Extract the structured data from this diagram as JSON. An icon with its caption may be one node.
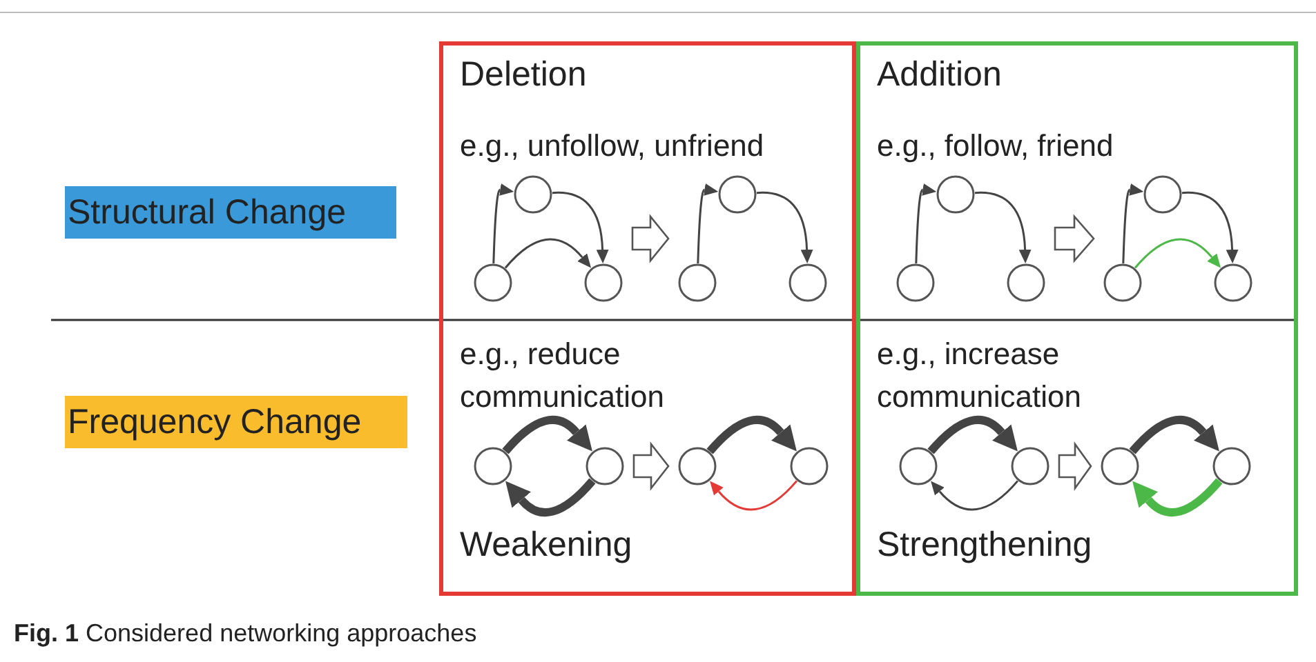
{
  "diagram": {
    "caption": "**Fig. 1** Considered networking approaches",
    "nodes": [
      {
        "text": [
          "Structural Change"
        ]
      },
      {
        "text": [
          "Frequency Change"
        ]
      },
      {
        "text": [
          "Deletion",
          "e.g., unfollow, unfriend",
          "e.g., reduce communication",
          "Weakening"
        ]
      },
      {
        "text": [
          "Addition",
          "e.g., follow, friend",
          "e.g., increase communication",
          "Strengthening"
        ]
      },
      {
        "text": [],
        "shape": "picture",
        "in": 2
      },
      {
        "text": [],
        "shape": "picture",
        "in": 2
      },
      {
        "text": [],
        "shape": "picture",
        "in": 2
      },
      {
        "text": [],
        "shape": "picture",
        "in": 2
      },
      {
        "text": [],
        "shape": "picture",
        "in": 3
      },
      {
        "text": [],
        "shape": "picture",
        "in": 3
      },
      {
        "text": [],
        "shape": "picture",
        "in": 3
      },
      {
        "text": [],
        "shape": "picture",
        "in": 3
      },
      {
        "text": [],
        "shape": "circle",
        "in": 4
      },
      {
        "text": [],
        "shape": "circle",
        "in": 4
      },
      {
        "text": [],
        "shape": "circle",
        "in": 4
      },
      {
        "text": [],
        "shape": "circle",
        "in": 5
      },
      {
        "text": [],
        "shape": "circle",
        "in": 5
      },
      {
        "text": [],
        "shape": "circle",
        "in": 5
      },
      {
        "text": [],
        "shape": "circle",
        "in": 6
      },
      {
        "text": [],
        "shape": "circle",
        "in": 6
      },
      {
        "text": [],
        "shape": "circle",
        "in": 7
      },
      {
        "text": [],
        "shape": "circle",
        "in": 7
      },
      {
        "text": [],
        "shape": "circle",
        "in": 8
      },
      {
        "text": [],
        "shape": "circle",
        "in": 8
      },
      {
        "text": [],
        "shape": "circle",
        "in": 8
      },
      {
        "text": [],
        "shape": "circle",
        "in": 9
      },
      {
        "text": [],
        "shape": "circle",
        "in": 9
      },
      {
        "text": [],
        "shape": "circle",
        "in": 9
      },
      {
        "text": [],
        "shape": "circle",
        "in": 10
      },
      {
        "text": [],
        "shape": "circle",
        "in": 10
      },
      {
        "text": [],
        "shape": "circle",
        "in": 11
      },
      {
        "text": [],
        "shape": "circle",
        "in": 11
      }
    ],
    "edges": [
      {
        "from": 13,
        "to": 12,
        "arrow": "to"
      },
      {
        "from": 12,
        "to": 14,
        "arrow": "to"
      },
      {
        "from": 13,
        "to": 14,
        "arrow": "to"
      },
      {
        "from": 16,
        "to": 15,
        "arrow": "to"
      },
      {
        "from": 15,
        "to": 17,
        "arrow": "to"
      },
      {
        "from": 18,
        "to": 19,
        "arrow": "to",
        "style": "thick"
      },
      {
        "from": 19,
        "to": 18,
        "arrow": "to",
        "style": "thick"
      },
      {
        "from": 20,
        "to": 21,
        "arrow": "to",
        "style": "thick"
      },
      {
        "from": 21,
        "to": 20,
        "arrow": "to",
        "color": "#e53935"
      },
      {
        "from": 23,
        "to": 22,
        "arrow": "to"
      },
      {
        "from": 22,
        "to": 24,
        "arrow": "to"
      },
      {
        "from": 26,
        "to": 25,
        "arrow": "to"
      },
      {
        "from": 25,
        "to": 27,
        "arrow": "to"
      },
      {
        "from": 26,
        "to": 27,
        "arrow": "to",
        "color": "#4cb847"
      },
      {
        "from": 28,
        "to": 29,
        "arrow": "to",
        "style": "thick"
      },
      {
        "from": 29,
        "to": 28,
        "arrow": "to"
      },
      {
        "from": 30,
        "to": 31,
        "arrow": "to",
        "style": "thick"
      },
      {
        "from": 31,
        "to": 30,
        "arrow": "to",
        "style": "thick",
        "color": "#4cb847"
      },
      {
        "from": 4,
        "to": 5,
        "arrow": "to"
      },
      {
        "from": 6,
        "to": 7,
        "arrow": "to"
      },
      {
        "from": 8,
        "to": 9,
        "arrow": "to"
      },
      {
        "from": 10,
        "to": 11,
        "arrow": "to"
      }
    ]
  }
}
